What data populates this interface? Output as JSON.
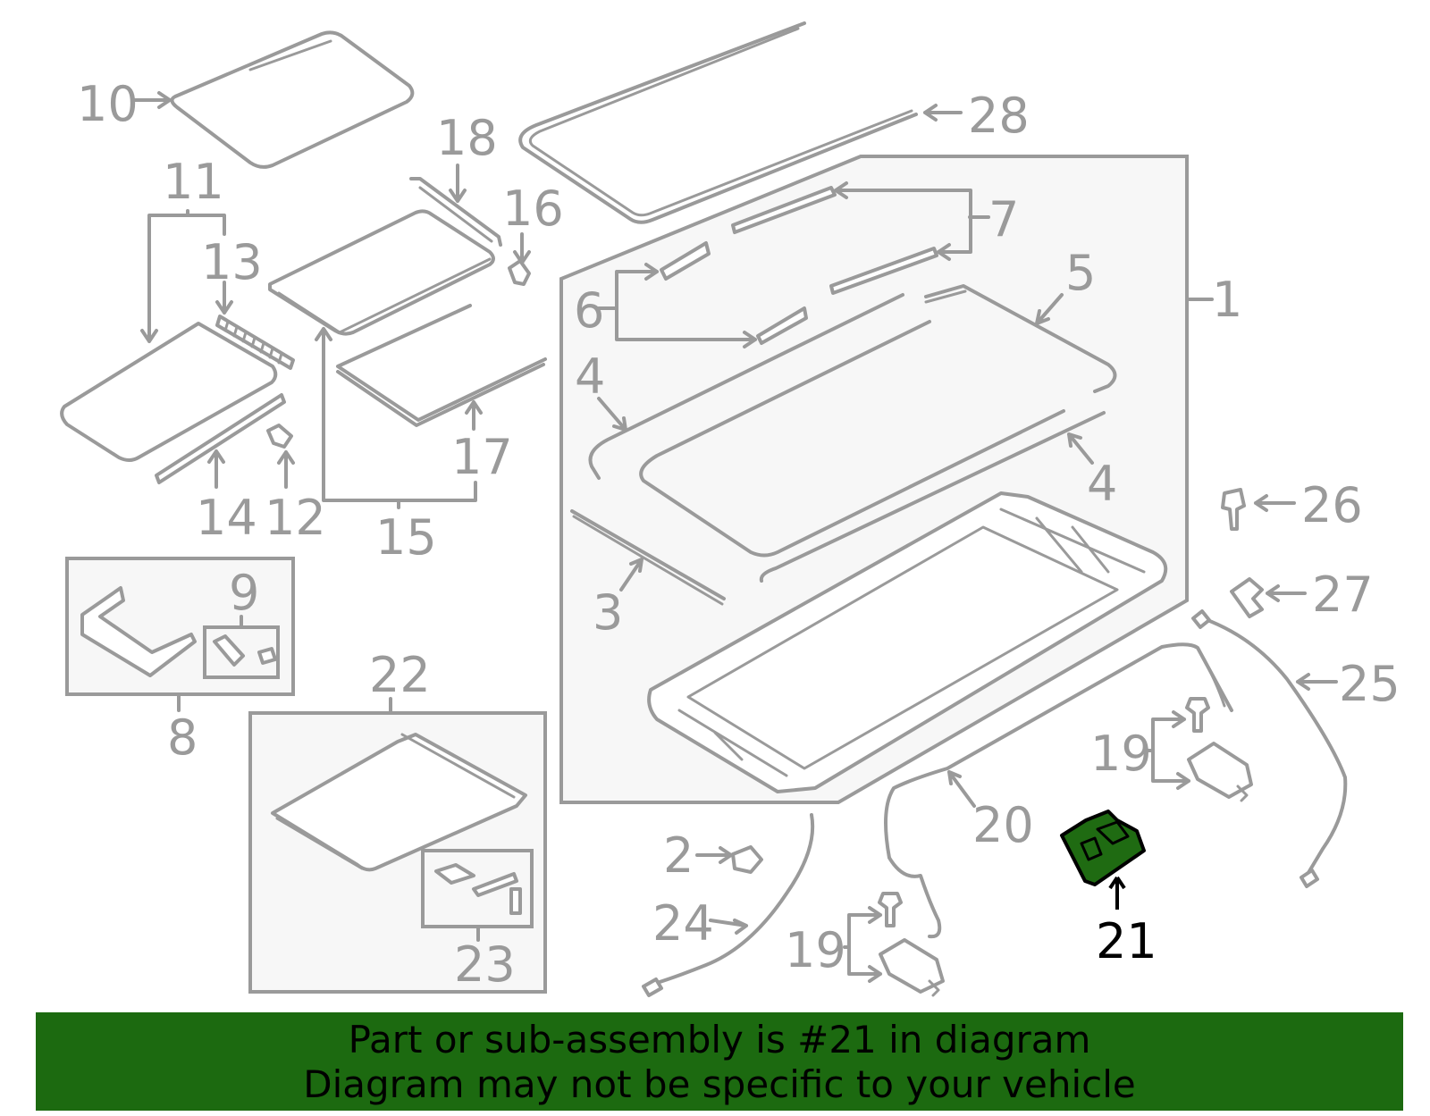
{
  "labels": {
    "l1": "1",
    "l2": "2",
    "l3": "3",
    "l4a": "4",
    "l4b": "4",
    "l5": "5",
    "l6": "6",
    "l7": "7",
    "l8": "8",
    "l9": "9",
    "l10": "10",
    "l11": "11",
    "l12": "12",
    "l13": "13",
    "l14": "14",
    "l15": "15",
    "l16": "16",
    "l17": "17",
    "l18": "18",
    "l19a": "19",
    "l19b": "19",
    "l20": "20",
    "l21": "21",
    "l22": "22",
    "l23": "23",
    "l24": "24",
    "l25": "25",
    "l26": "26",
    "l27": "27",
    "l28": "28"
  },
  "highlighted_part": "21",
  "colors": {
    "line": "#9a9a9a",
    "highlight_fill": "#1f6b12",
    "highlight_label": "#000000",
    "banner_bg": "#1c6a10",
    "banner_text": "#000000"
  },
  "banner": {
    "line1": "Part or sub-assembly is #21 in diagram",
    "line2": "Diagram may not be specific to your vehicle"
  }
}
